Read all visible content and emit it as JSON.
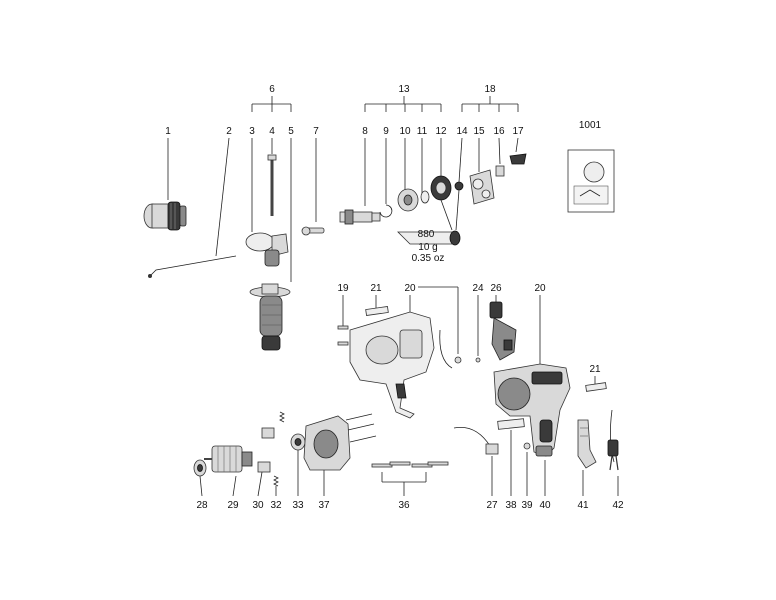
{
  "callouts": {
    "c1": "1",
    "c2": "2",
    "c3": "3",
    "c4": "4",
    "c5": "5",
    "c6": "6",
    "c7": "7",
    "c8": "8",
    "c9": "9",
    "c10": "10",
    "c11": "11",
    "c12": "12",
    "c13": "13",
    "c14": "14",
    "c15": "15",
    "c16": "16",
    "c17": "17",
    "c18": "18",
    "c1001": "1001",
    "c19": "19",
    "c21a": "21",
    "c20a": "20",
    "c24": "24",
    "c26": "26",
    "c20b": "20",
    "c21b": "21",
    "c28": "28",
    "c29": "29",
    "c30": "30",
    "c32": "32",
    "c33": "33",
    "c37": "37",
    "c36": "36",
    "c27": "27",
    "c38": "38",
    "c39": "39",
    "c40": "40",
    "c41": "41",
    "c42": "42"
  },
  "grease": {
    "code": "880",
    "weight_g": "10 g",
    "weight_oz": "0.35 oz"
  }
}
